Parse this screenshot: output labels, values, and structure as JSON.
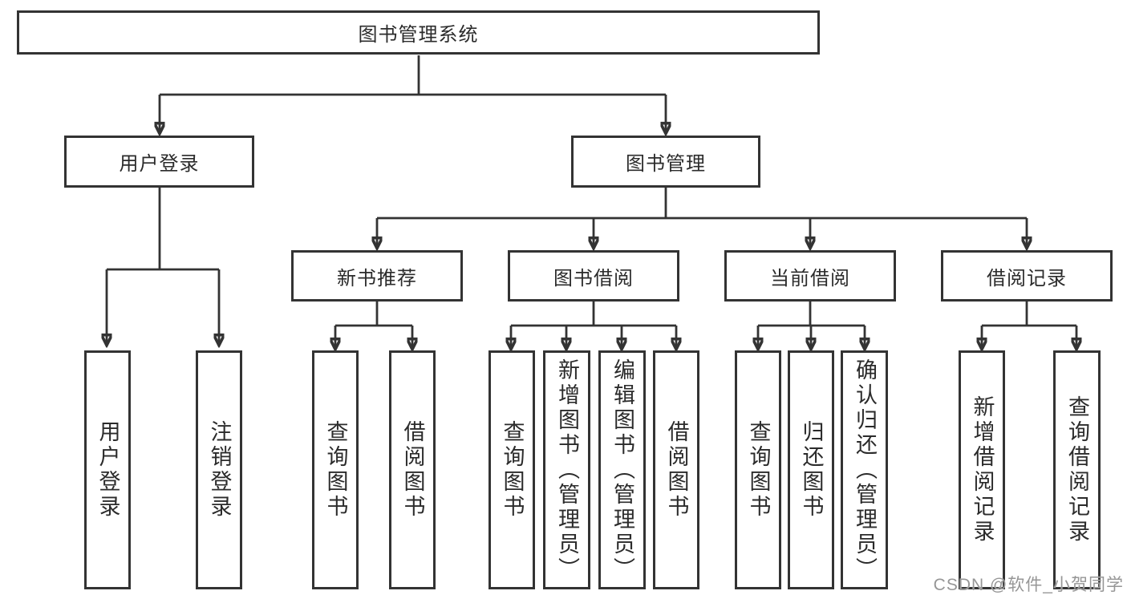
{
  "colors": {
    "line": "#333333",
    "box_border": "#333333",
    "background": "#ffffff",
    "text": "#2b2b2b",
    "watermark": "#969696"
  },
  "nodes": {
    "root": "图书管理系统",
    "level2": {
      "user_login": "用户登录",
      "book_management": "图书管理"
    },
    "level3": {
      "new_book_recommend": "新书推荐",
      "book_borrow": "图书借阅",
      "current_borrow": "当前借阅",
      "borrow_records": "借阅记录"
    },
    "leaves": {
      "user_login": "用户登录",
      "logout": "注销登录",
      "recommend_query_books": "查询图书",
      "recommend_borrow_books": "借阅图书",
      "borrow_query_books": "查询图书",
      "borrow_add_books_admin": "新增图书（管理员）",
      "borrow_edit_books_admin": "编辑图书（管理员）",
      "borrow_borrow_books": "借阅图书",
      "current_query_books": "查询图书",
      "current_return_books": "归还图书",
      "current_confirm_return_admin": "确认归还（管理员）",
      "records_add": "新增借阅记录",
      "records_query": "查询借阅记录"
    }
  },
  "watermark": "CSDN @软件_小贺同学"
}
